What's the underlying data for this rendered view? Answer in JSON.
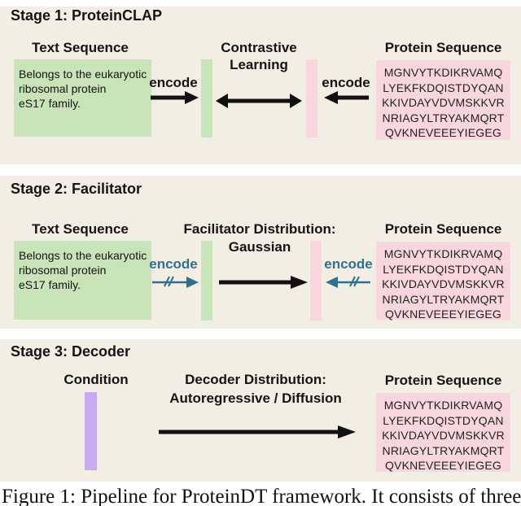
{
  "colors": {
    "background": "#f2eee3",
    "green": "#c8e4b8",
    "pink": "#f8d6de",
    "purple": "#c9aaf0",
    "teal": "#30708f",
    "text": "#141414"
  },
  "stage1": {
    "title": "Stage 1: ProteinCLAP",
    "text_header": "Text Sequence",
    "encode_left_label": "encode",
    "center_label": {
      "line1": "Contrastive",
      "line2": "Learning"
    },
    "encode_right_label": "encode",
    "protein_header": "Protein Sequence"
  },
  "stage2": {
    "title": "Stage 2: Facilitator",
    "text_header": "Text Sequence",
    "encode_left_label": "encode",
    "center_label": {
      "line1": "Facilitator Distribution:",
      "line2": "Gaussian"
    },
    "encode_right_label": "encode",
    "protein_header": "Protein Sequence"
  },
  "stage3": {
    "title": "Stage 3: Decoder",
    "condition_label": "Condition",
    "center_label": {
      "line1": "Decoder Distribution:",
      "line2": "Autoregressive / Diffusion"
    },
    "protein_header": "Protein Sequence"
  },
  "text_sequence": {
    "line1": "Belongs to the eukaryotic",
    "line2": "ribosomal protein",
    "line3": "eS17 family."
  },
  "protein_sequence": {
    "line1": "MGNVYTKDIKRVAMQ",
    "line2": "LYEKFKDQISTDYQAN",
    "line3": "KKIVDAYVDVMSKKVR",
    "line4": "NRIAGYLTRYAKMQRT",
    "line5": "QVKNEVEEEYIEGEG"
  },
  "caption": "Figure 1: Pipeline for ProteinDT framework. It consists of three"
}
